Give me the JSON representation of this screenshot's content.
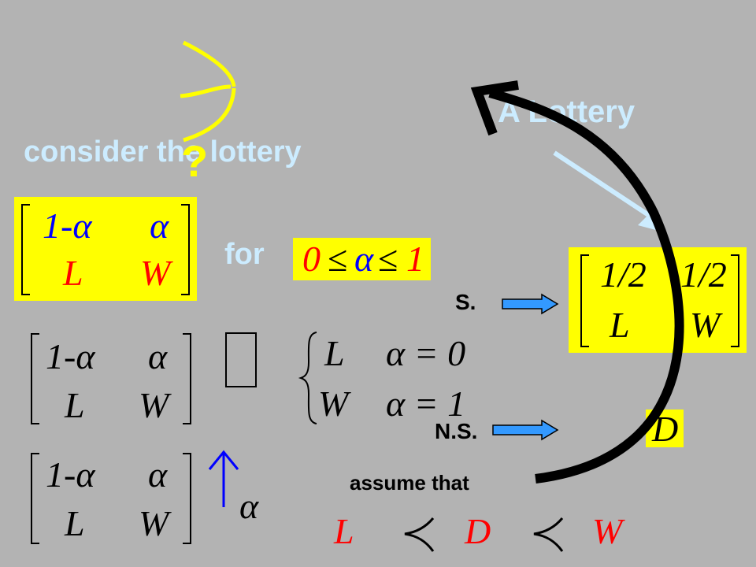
{
  "texts": {
    "lottery_title": "A Lottery",
    "consider": "consider the lottery",
    "question": "?",
    "for_label": "for",
    "s_label": "S.",
    "ns_label": "N.S.",
    "assume": "assume that"
  },
  "matrix": {
    "top_left": "1-α",
    "top_right": "α",
    "bottom_left": "L",
    "bottom_right": "W"
  },
  "half_matrix": {
    "top_left": "1/2",
    "top_right": "1/2",
    "bottom_left": "L",
    "bottom_right": "W"
  },
  "range": {
    "zero": "0",
    "le1": "≤",
    "alpha": "α",
    "le2": "≤",
    "one": "1"
  },
  "cases": {
    "L": "L",
    "W": "W",
    "alpha_eq0": "α = 0",
    "alpha_eq1": "α = 1"
  },
  "alpha_symbol": "α",
  "d_symbol": "D",
  "preference": {
    "L": "L",
    "D": "D",
    "W": "W"
  },
  "colors": {
    "background": "#b3b3b3",
    "light_blue_text": "#ccecff",
    "yellow": "#ffff00",
    "blue": "#0000ff",
    "red": "#ff0000"
  }
}
